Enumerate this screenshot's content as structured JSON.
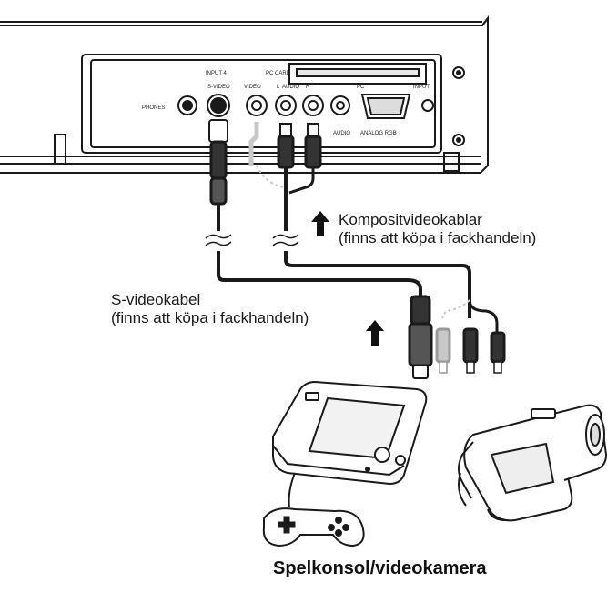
{
  "labels": {
    "composite_line1": "Kompositvideokablar",
    "composite_line2": "(finns att köpa i fackhandeln)",
    "svideo_line1": "S-videokabel",
    "svideo_line2": "(finns att köpa i fackhandeln)",
    "caption": "Spelkonsol/videokamera"
  },
  "panel": {
    "input": "INPUT 4",
    "svideo": "S-VIDEO",
    "video": "VIDEO",
    "audio": "AUDIO",
    "r": "R",
    "l": "L",
    "pc_card": "PC CARD",
    "pc": "PC",
    "phones": "PHONES",
    "audio2": "AUDIO",
    "analog_rgb": "ANALOG RGB",
    "input_sel": "INPUT"
  },
  "colors": {
    "line": "#1a1a1a",
    "cable_dark": "#333333",
    "cable_light": "#c8c8c8",
    "panel_fill": "#ffffff"
  }
}
